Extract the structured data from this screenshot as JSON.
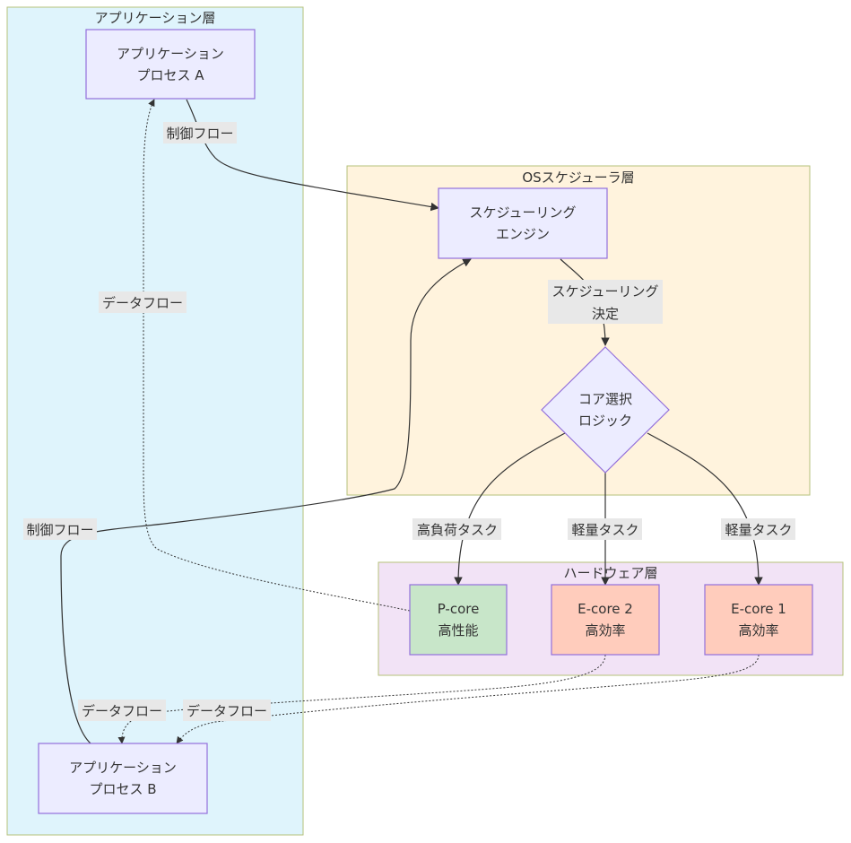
{
  "clusters": {
    "app_layer": "アプリケーション層",
    "os_layer": "OSスケジューラ層",
    "hw_layer": "ハードウェア層"
  },
  "nodes": {
    "process_a": [
      "アプリケーション",
      "プロセス A"
    ],
    "process_b": [
      "アプリケーション",
      "プロセス B"
    ],
    "scheduler_engine": [
      "スケジューリング",
      "エンジン"
    ],
    "core_select": [
      "コア選択",
      "ロジック"
    ],
    "p_core": [
      "P-core",
      "高性能"
    ],
    "e_core_2": [
      "E-core 2",
      "高効率"
    ],
    "e_core_1": [
      "E-core 1",
      "高効率"
    ]
  },
  "edges": {
    "control_flow_a": "制御フロー",
    "control_flow_b": "制御フロー",
    "scheduling_decision": [
      "スケジューリング",
      "決定"
    ],
    "heavy_task": "高負荷タスク",
    "light_task_1": "軽量タスク",
    "light_task_2": "軽量タスク",
    "data_flow_p": "データフロー",
    "data_flow_e2": "データフロー",
    "data_flow_e1": "データフロー"
  },
  "colors": {
    "app_layer_fill": "#dff4fc",
    "os_layer_fill": "#fff3dd",
    "hw_layer_fill": "#f2e3f6",
    "cluster_stroke": "#b5c27a",
    "node_fill": "#ececff",
    "node_stroke": "#9370db",
    "p_core_fill": "#c8e6c9",
    "e_core_fill": "#ffccbc",
    "edge_label_bg": "#e8e8e8",
    "edge_stroke": "#333333"
  }
}
